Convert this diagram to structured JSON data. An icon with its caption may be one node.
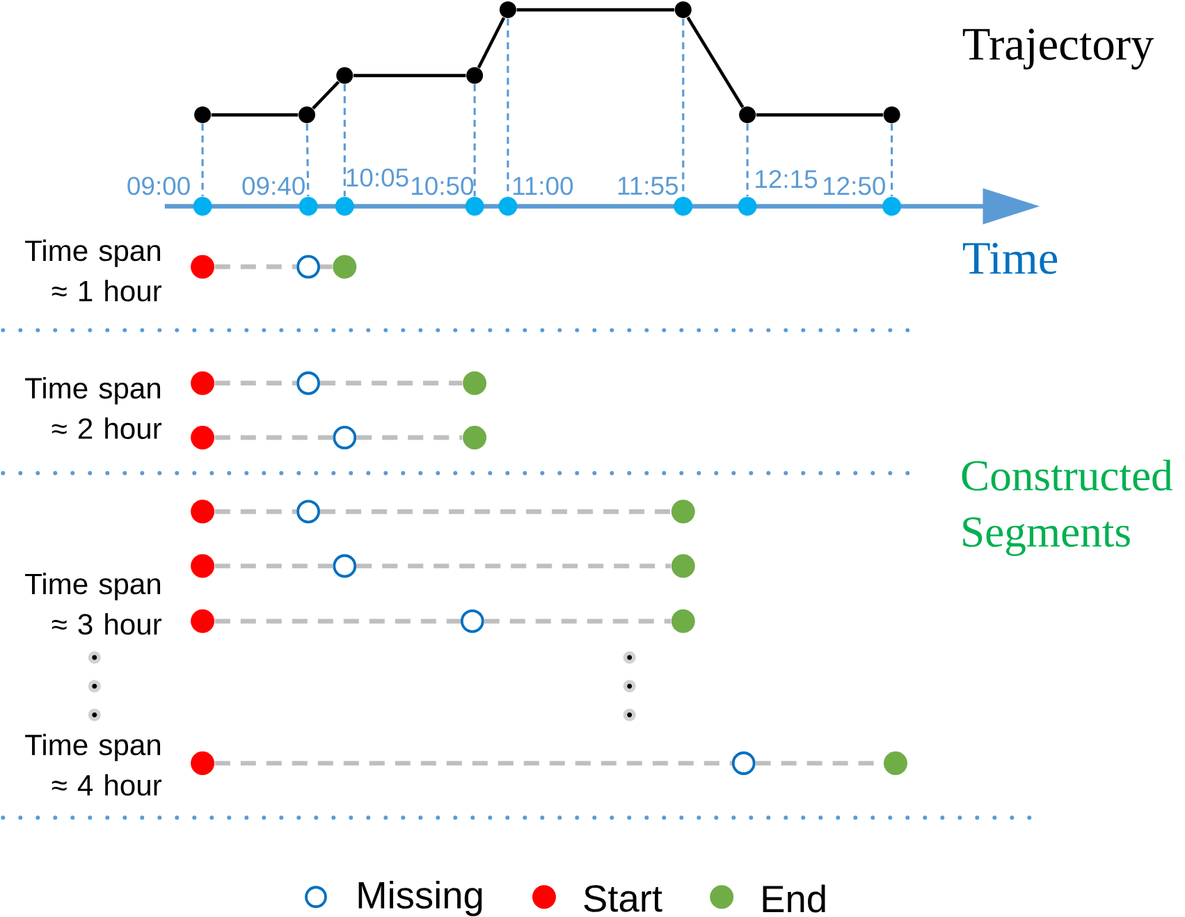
{
  "diagram": {
    "nodes": [
      {
        "text": [],
        "shape": "circle"
      },
      {
        "text": [],
        "shape": "circle"
      },
      {
        "text": [],
        "shape": "circle"
      },
      {
        "text": [],
        "shape": "circle"
      },
      {
        "text": [],
        "shape": "circle"
      },
      {
        "text": [],
        "shape": "circle"
      },
      {
        "text": [],
        "shape": "circle"
      },
      {
        "text": [],
        "shape": "circle"
      },
      {
        "text": [],
        "shape": "circle",
        "beside": [
          "09:00"
        ]
      },
      {
        "text": [],
        "shape": "circle",
        "beside": [
          "09:40"
        ]
      },
      {
        "text": [],
        "shape": "circle",
        "beside": [
          "10:05"
        ]
      },
      {
        "text": [],
        "shape": "circle",
        "beside": [
          "10:50"
        ]
      },
      {
        "text": [],
        "shape": "circle",
        "beside": [
          "11:00"
        ]
      },
      {
        "text": [],
        "shape": "circle",
        "beside": [
          "11:55"
        ]
      },
      {
        "text": [],
        "shape": "circle",
        "beside": [
          "12:15"
        ]
      },
      {
        "text": [],
        "shape": "circle",
        "beside": [
          "12:50"
        ]
      },
      {
        "text": [],
        "shape": "circle"
      },
      {
        "text": [],
        "shape": "circle"
      },
      {
        "text": [],
        "shape": "circle"
      },
      {
        "text": [],
        "shape": "circle"
      },
      {
        "text": [],
        "shape": "circle"
      },
      {
        "text": [],
        "shape": "circle"
      },
      {
        "text": [],
        "shape": "circle"
      },
      {
        "text": [],
        "shape": "circle"
      },
      {
        "text": [],
        "shape": "circle"
      },
      {
        "text": [],
        "shape": "circle"
      },
      {
        "text": [],
        "shape": "circle"
      },
      {
        "text": [],
        "shape": "circle"
      },
      {
        "text": [],
        "shape": "circle"
      },
      {
        "text": [],
        "shape": "circle"
      },
      {
        "text": [],
        "shape": "circle"
      },
      {
        "text": [],
        "shape": "circle"
      },
      {
        "text": [],
        "shape": "circle"
      },
      {
        "text": [],
        "shape": "circle"
      },
      {
        "text": [],
        "shape": "circle"
      },
      {
        "text": [],
        "shape": "circle"
      },
      {
        "text": [],
        "shape": "circle"
      }
    ],
    "edges": [
      {
        "from": 0,
        "to": 1,
        "arrow": "none",
        "color": "#000000"
      },
      {
        "from": 1,
        "to": 2,
        "arrow": "none",
        "color": "#000000"
      },
      {
        "from": 2,
        "to": 3,
        "arrow": "none",
        "color": "#000000"
      },
      {
        "from": 3,
        "to": 4,
        "arrow": "none",
        "color": "#000000"
      },
      {
        "from": 4,
        "to": 5,
        "arrow": "none",
        "color": "#000000"
      },
      {
        "from": 5,
        "to": 6,
        "arrow": "none",
        "color": "#000000"
      },
      {
        "from": 6,
        "to": 7,
        "arrow": "none",
        "color": "#000000"
      },
      {
        "from": 0,
        "to": 8,
        "arrow": "none",
        "style": "dashed",
        "color": "#5b9bd5"
      },
      {
        "from": 1,
        "to": 9,
        "arrow": "none",
        "style": "dashed",
        "color": "#5b9bd5"
      },
      {
        "from": 2,
        "to": 10,
        "arrow": "none",
        "style": "dashed",
        "color": "#5b9bd5"
      },
      {
        "from": 3,
        "to": 11,
        "arrow": "none",
        "style": "dashed",
        "color": "#5b9bd5"
      },
      {
        "from": 4,
        "to": 12,
        "arrow": "none",
        "style": "dashed",
        "color": "#5b9bd5"
      },
      {
        "from": 5,
        "to": 13,
        "arrow": "none",
        "style": "dashed",
        "color": "#5b9bd5"
      },
      {
        "from": 6,
        "to": 14,
        "arrow": "none",
        "style": "dashed",
        "color": "#5b9bd5"
      },
      {
        "from": 7,
        "to": 15,
        "arrow": "none",
        "style": "dashed",
        "color": "#5b9bd5"
      },
      {
        "from": 16,
        "to": 17,
        "arrow": "none",
        "style": "dashed"
      },
      {
        "from": 17,
        "to": 18,
        "arrow": "none",
        "style": "dashed"
      },
      {
        "from": 19,
        "to": 20,
        "arrow": "none",
        "style": "dashed"
      },
      {
        "from": 20,
        "to": 21,
        "arrow": "none",
        "style": "dashed"
      },
      {
        "from": 22,
        "to": 23,
        "arrow": "none",
        "style": "dashed"
      },
      {
        "from": 23,
        "to": 24,
        "arrow": "none",
        "style": "dashed"
      },
      {
        "from": 25,
        "to": 26,
        "arrow": "none",
        "style": "dashed"
      },
      {
        "from": 26,
        "to": 27,
        "arrow": "none",
        "style": "dashed"
      },
      {
        "from": 28,
        "to": 29,
        "arrow": "none",
        "style": "dashed"
      },
      {
        "from": 29,
        "to": 30,
        "arrow": "none",
        "style": "dashed"
      },
      {
        "from": 31,
        "to": 32,
        "arrow": "none",
        "style": "dashed"
      },
      {
        "from": 32,
        "to": 33,
        "arrow": "none",
        "style": "dashed"
      },
      {
        "from": 34,
        "to": 35,
        "arrow": "none",
        "style": "dashed"
      },
      {
        "from": 35,
        "to": 36,
        "arrow": "none",
        "style": "dashed"
      }
    ],
    "labels": [
      "Trajectory",
      "Time",
      "Constructed Segments",
      "Time span ≈ 1 hour",
      "Time span ≈ 2 hour",
      "Time span ≈ 3 hour",
      "Time span ≈ 4 hour"
    ],
    "legend": [
      {
        "text": "Missing"
      },
      {
        "text": "Start",
        "color": "#ff0000"
      },
      {
        "text": "End",
        "color": "#70ad47"
      }
    ]
  }
}
